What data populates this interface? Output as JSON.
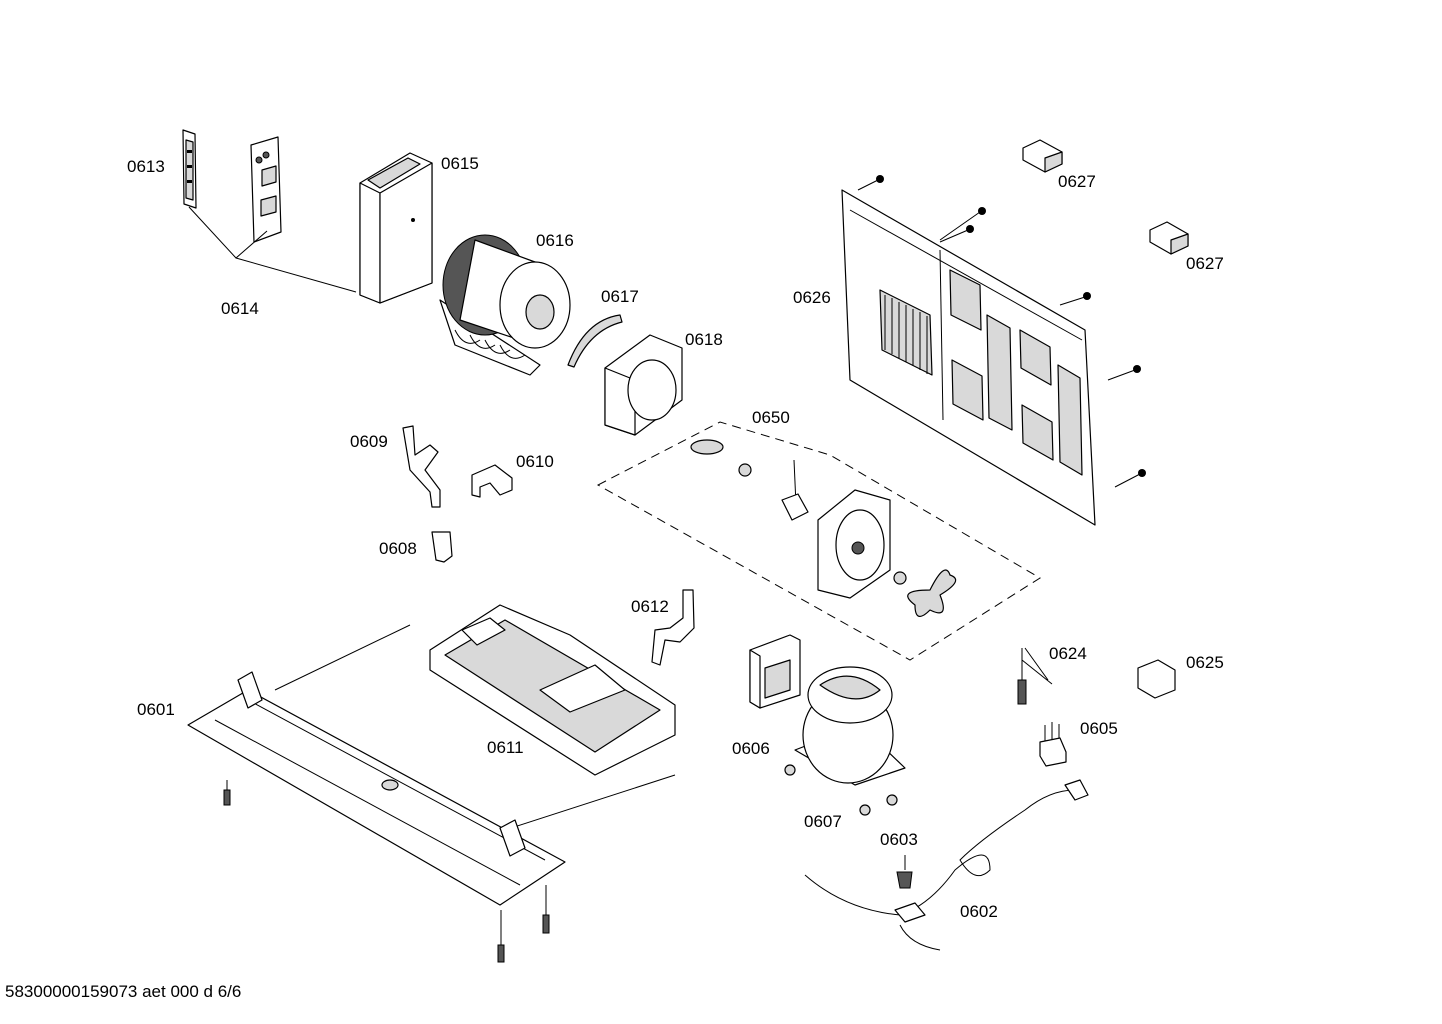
{
  "labels": {
    "l0613": "0613",
    "l0614": "0614",
    "l0615": "0615",
    "l0616": "0616",
    "l0617": "0617",
    "l0618": "0618",
    "l0626": "0626",
    "l0627a": "0627",
    "l0627b": "0627",
    "l0650": "0650",
    "l0609": "0609",
    "l0610": "0610",
    "l0608": "0608",
    "l0612": "0612",
    "l0601": "0601",
    "l0611": "0611",
    "l0606": "0606",
    "l0607": "0607",
    "l0624": "0624",
    "l0625": "0625",
    "l0605": "0605",
    "l0603": "0603",
    "l0602": "0602"
  },
  "footer": "58300000159073 aet 000 d 6/6"
}
